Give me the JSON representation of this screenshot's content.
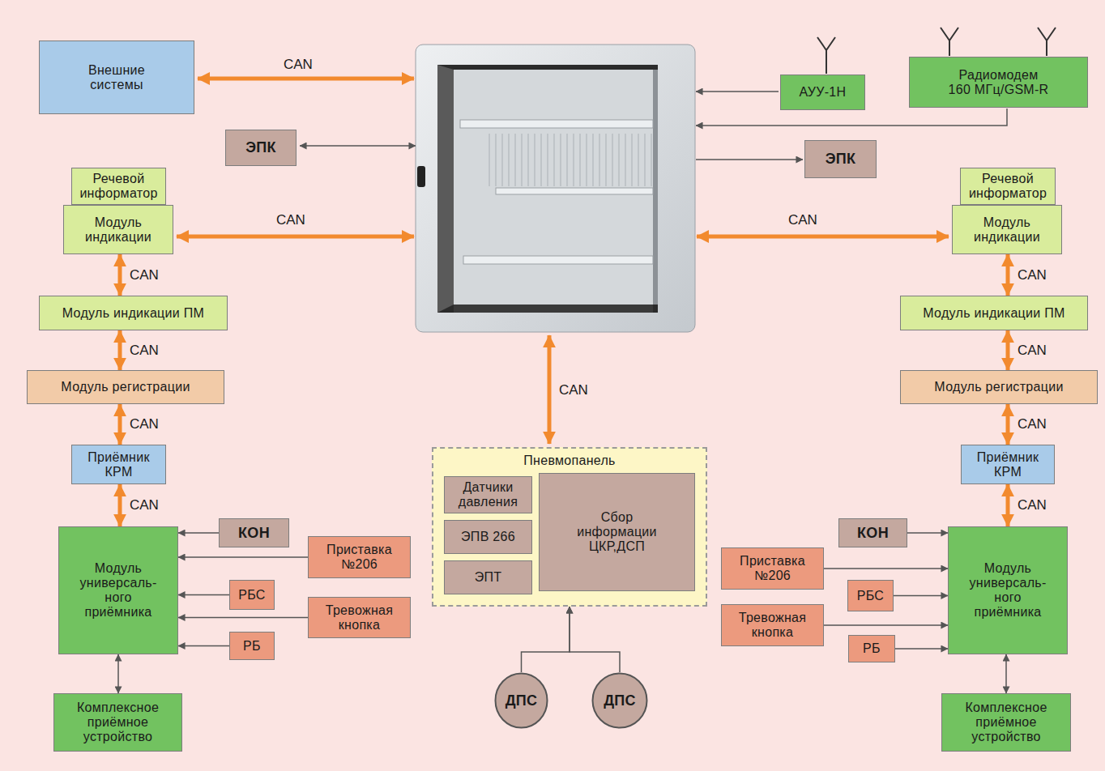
{
  "diagram": {
    "nodes": [
      {
        "text": [
          "Внешние системы"
        ]
      },
      {
        "text": [
          "ЭПК"
        ]
      },
      {
        "text": [
          "АУУ-1Н"
        ]
      },
      {
        "text": [
          "Радиомодем 160 МГц/GSM-R"
        ]
      },
      {
        "text": [
          "ЭПК"
        ]
      },
      {
        "text": [
          "Речевой информатор"
        ]
      },
      {
        "text": [
          "Модуль индикации"
        ]
      },
      {
        "text": [
          "Речевой информатор"
        ]
      },
      {
        "text": [
          "Модуль индикации"
        ]
      },
      {
        "text": [
          "Модуль индикации ПМ"
        ]
      },
      {
        "text": [
          "Модуль индикации ПМ"
        ]
      },
      {
        "text": [
          "Модуль регистрации"
        ]
      },
      {
        "text": [
          "Модуль регистрации"
        ]
      },
      {
        "text": [
          "Приёмник КРМ"
        ]
      },
      {
        "text": [
          "Пневмопанель"
        ]
      },
      {
        "text": [
          "Датчики давления"
        ],
        "in": 14
      },
      {
        "text": [
          "ЭПВ 266"
        ],
        "in": 14
      },
      {
        "text": [
          "ЭПТ"
        ],
        "in": 14
      },
      {
        "text": [
          "Сбор информации ЦКР,ДСП"
        ],
        "in": 14
      },
      {
        "text": [
          "Приёмник КРМ"
        ]
      },
      {
        "text": [
          "КОН"
        ]
      },
      {
        "text": [
          "Приставка №206"
        ]
      },
      {
        "text": [
          "Модуль универсаль- ного приёмника"
        ]
      },
      {
        "text": [
          "РБС"
        ]
      },
      {
        "text": [
          "Тревожная кнопка"
        ]
      },
      {
        "text": [
          "РБ"
        ]
      },
      {
        "text": [
          "Приставка №206"
        ]
      },
      {
        "text": [
          "КОН"
        ]
      },
      {
        "text": [
          "Модуль универсаль- ного приёмника"
        ]
      },
      {
        "text": [
          "РБС"
        ]
      },
      {
        "text": [
          "Тревожная кнопка"
        ]
      },
      {
        "text": [
          "РБ"
        ]
      },
      {
        "text": [
          "ДПС"
        ]
      },
      {
        "text": [
          "ДПС"
        ]
      },
      {
        "text": [
          "Комплексное приёмное устройство"
        ]
      },
      {
        "text": [
          "Комплексное приёмное устройство"
        ]
      }
    ],
    "edges": [
      {
        "from": 6,
        "to": 9,
        "arrow": "both",
        "label": "CAN"
      },
      {
        "from": 9,
        "to": 11,
        "arrow": "both",
        "label": "CAN"
      },
      {
        "from": 11,
        "to": 13,
        "arrow": "both",
        "label": "CAN"
      },
      {
        "from": 13,
        "to": 22,
        "arrow": "both",
        "label": "CAN"
      },
      {
        "from": 8,
        "to": 10,
        "arrow": "both",
        "label": "CAN"
      },
      {
        "from": 10,
        "to": 12,
        "arrow": "both",
        "label": "CAN"
      },
      {
        "from": 12,
        "to": 19,
        "arrow": "both",
        "label": "CAN"
      },
      {
        "from": 19,
        "to": 28,
        "arrow": "both",
        "label": "CAN"
      },
      {
        "from": 20,
        "to": 22,
        "arrow": "to"
      },
      {
        "from": 21,
        "to": 22,
        "arrow": "to"
      },
      {
        "from": 23,
        "to": 22,
        "arrow": "to"
      },
      {
        "from": 24,
        "to": 22,
        "arrow": "to"
      },
      {
        "from": 25,
        "to": 22,
        "arrow": "to"
      },
      {
        "from": 27,
        "to": 28,
        "arrow": "to"
      },
      {
        "from": 26,
        "to": 28,
        "arrow": "to"
      },
      {
        "from": 29,
        "to": 28,
        "arrow": "to"
      },
      {
        "from": 30,
        "to": 28,
        "arrow": "to"
      },
      {
        "from": 31,
        "to": 28,
        "arrow": "to"
      },
      {
        "from": 22,
        "to": 34,
        "arrow": "both"
      },
      {
        "from": 28,
        "to": 35,
        "arrow": "both"
      },
      {
        "from": 32,
        "to": 14,
        "arrow": "to"
      },
      {
        "from": 33,
        "to": 14,
        "arrow": "to"
      }
    ],
    "labels": [
      "CAN",
      "CAN",
      "CAN",
      "CAN"
    ]
  }
}
